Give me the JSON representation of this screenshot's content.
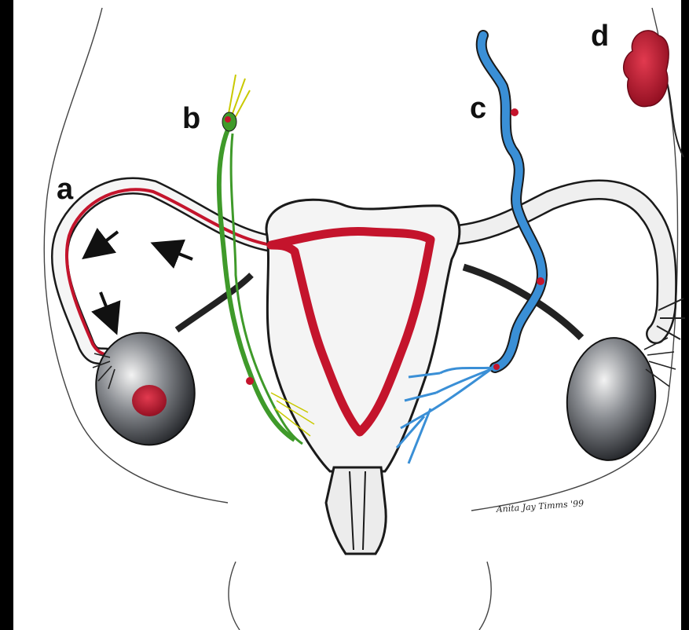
{
  "labels": {
    "a": "a",
    "b": "b",
    "c": "c",
    "d": "d"
  },
  "signature": "Anita Jay Timms '99",
  "colors": {
    "background": "#000000",
    "paper": "#ffffff",
    "tissue_outline": "#1a1a1a",
    "uterine_cavity": "#c4142c",
    "lesion": "#c4142c",
    "lymphatic_vessels": "#3f9a2a",
    "nerve_fibers": "#d4d400",
    "venous_vessels": "#3a8fd6",
    "ovary": "#3b3f45"
  },
  "icons": {
    "arrows": "arrow-icon"
  }
}
